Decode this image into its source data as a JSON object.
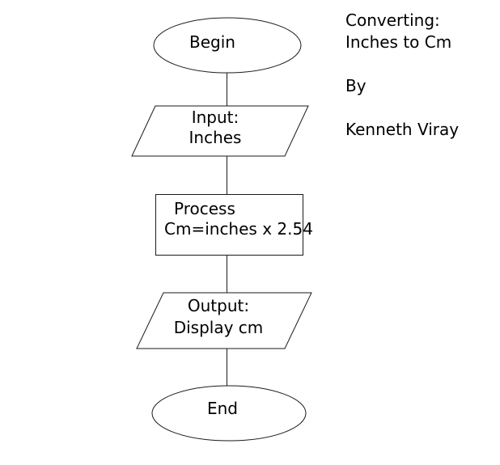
{
  "header": {
    "title_line1": "Converting:",
    "title_line2": "Inches to Cm",
    "by_label": "By",
    "author": "Kenneth Viray"
  },
  "flowchart": {
    "begin": {
      "label": "Begin"
    },
    "input": {
      "line1": "Input:",
      "line2": "Inches"
    },
    "process": {
      "line1": "Process",
      "line2": "Cm=inches x 2.54"
    },
    "output": {
      "line1": "Output:",
      "line2": "Display cm"
    },
    "end": {
      "label": "End"
    }
  },
  "colors": {
    "background": "#ffffff",
    "stroke": "#000000",
    "text": "#000000"
  }
}
